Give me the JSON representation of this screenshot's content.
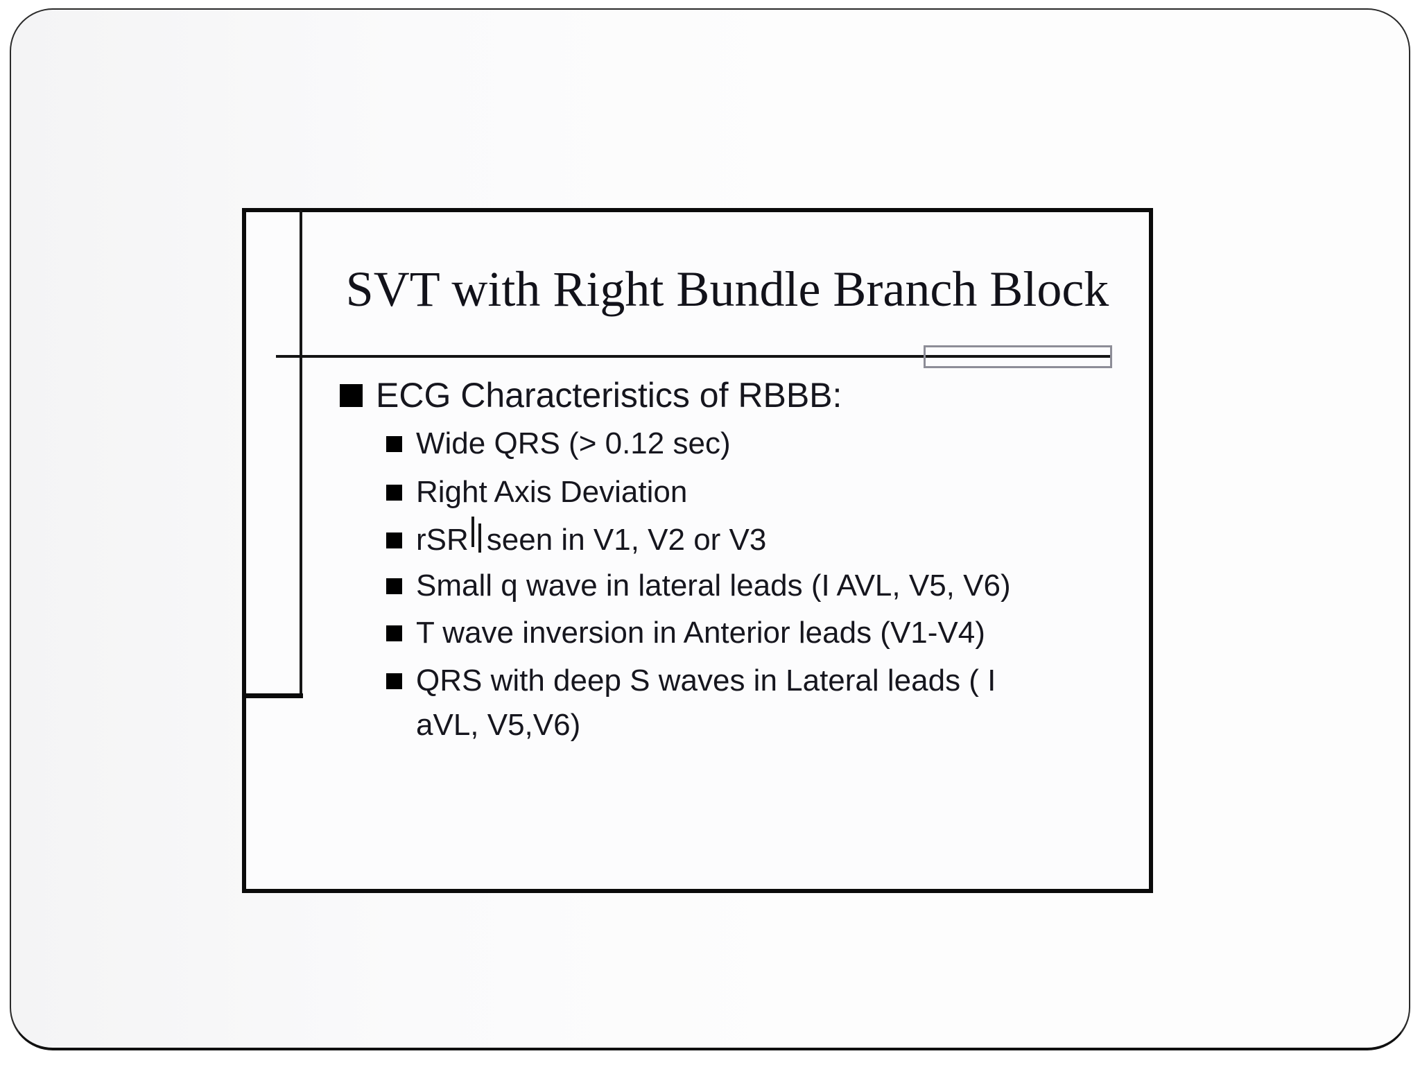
{
  "slide": {
    "title": "SVT with Right Bundle Branch Block",
    "heading": {
      "text": "ECG Characteristics of RBBB:"
    },
    "bullets": [
      {
        "text": "Wide QRS (> 0.12 sec)"
      },
      {
        "text": "Right Axis Deviation"
      },
      {
        "pre": "rSR",
        "post": "seen in V1, V2 or V3"
      },
      {
        "text": "Small q wave in lateral leads (I AVL, V5, V6)"
      },
      {
        "text": "T wave inversion in Anterior leads (V1-V4)"
      },
      {
        "text": "QRS with deep S waves in Lateral leads ( I"
      },
      {
        "wrap": "aVL, V5,V6)"
      }
    ],
    "colors": {
      "slide_border": "#0b0b0b",
      "text": "#16161e",
      "bullet_square": "#000000",
      "handle_border": "#8d8d97",
      "rule": "#141414",
      "background": "#fcfcfd"
    }
  }
}
